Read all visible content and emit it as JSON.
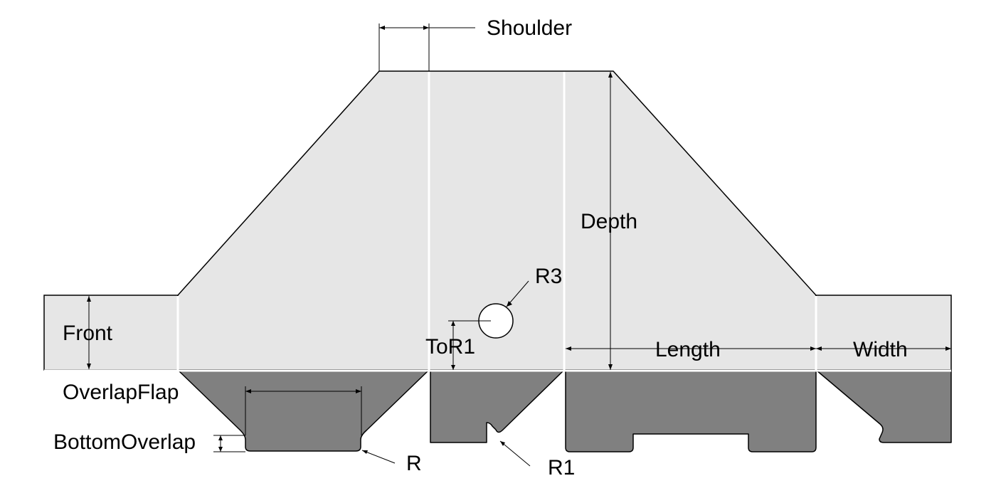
{
  "labels": {
    "shoulder": "Shoulder",
    "depth": "Depth",
    "r3": "R3",
    "front": "Front",
    "tor1": "ToR1",
    "length": "Length",
    "width": "Width",
    "overlap_flap": "OverlapFlap",
    "bottom_overlap": "BottomOverlap",
    "r": "R",
    "r1": "R1"
  },
  "colors": {
    "panel_fill": "#e6e6e6",
    "flap_fill": "#808080",
    "fold_line": "#ffffff",
    "outline": "#000000"
  }
}
